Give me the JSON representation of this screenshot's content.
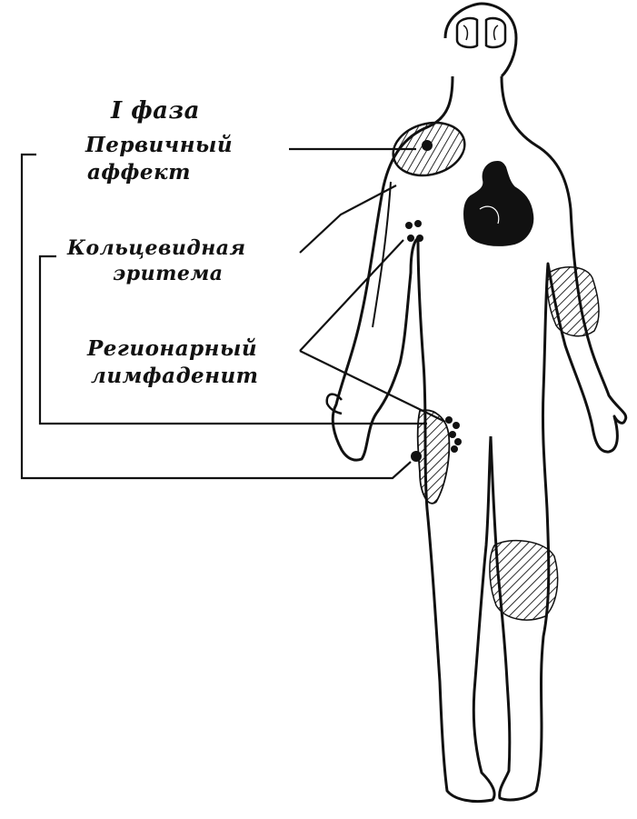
{
  "phase_title": "I фаза",
  "labels": {
    "primary_affect": [
      "Первичный",
      "аффект"
    ],
    "annular_erythema": [
      "Кольцевидная",
      "эритема"
    ],
    "regional_lymphadenitis": [
      "Регионарный",
      "лимфаденит"
    ]
  },
  "colors": {
    "ink": "#111111",
    "background": "#ffffff"
  }
}
